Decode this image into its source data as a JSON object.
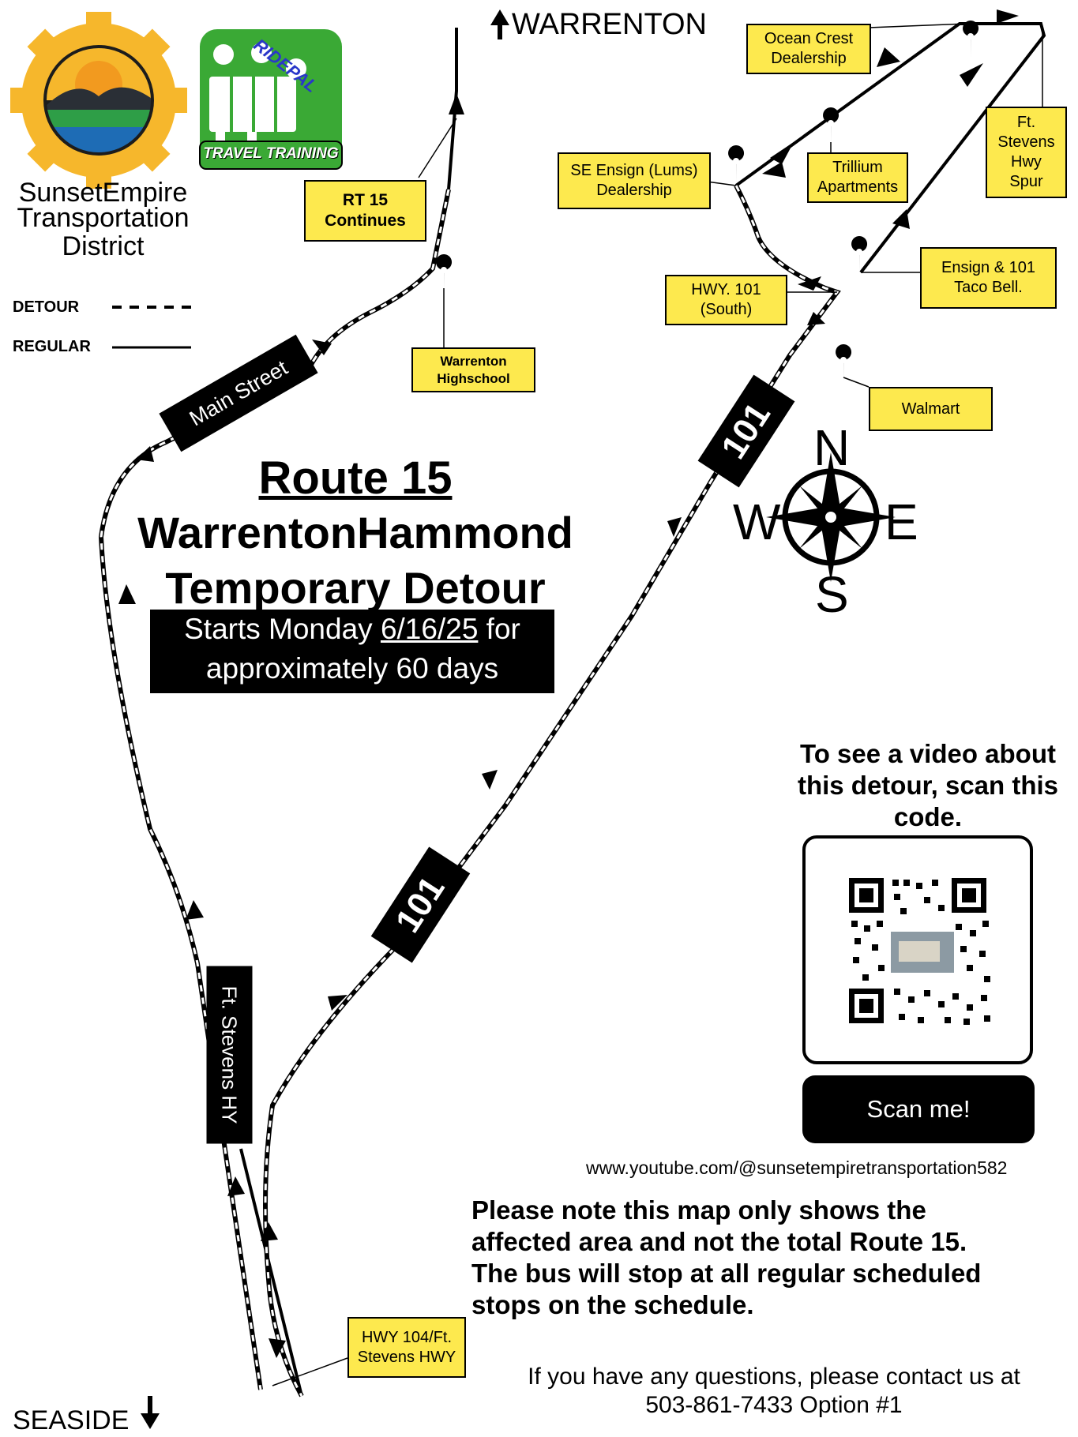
{
  "agency": {
    "name_line1": "SunsetEmpire",
    "name_line2": "Transportation",
    "name_line3": "District",
    "logo_icon": "sun-gear-landscape-icon"
  },
  "ridepal": {
    "arc_text": "RIDEPAL",
    "footer_text": "TRAVEL TRAINING",
    "icon": "people-reading-map-icon"
  },
  "legend": {
    "detour_label": "DETOUR",
    "regular_label": "REGULAR"
  },
  "directions": {
    "north_label": "WARRENTON",
    "south_label": "SEASIDE"
  },
  "compass": {
    "n": "N",
    "s": "S",
    "e": "E",
    "w": "W"
  },
  "titles": {
    "route": "Route 15",
    "name": "WarrentonHammond",
    "detour": "Temporary Detour",
    "starts_prefix": "Starts Monday ",
    "starts_date": "6/16/25",
    "starts_suffix": " for",
    "duration": "approximately 60 days"
  },
  "map_labels": {
    "rt15": [
      "RT 15",
      "Continues"
    ],
    "warrenton_hs": [
      "Warrenton",
      "Highschool"
    ],
    "ocean_crest": [
      "Ocean Crest",
      "Dealership"
    ],
    "se_ensign": [
      "SE Ensign (Lums)",
      "Dealership"
    ],
    "trillium": [
      "Trillium",
      "Apartments"
    ],
    "ft_stevens_spur": [
      "Ft.",
      "Stevens",
      "Hwy",
      "Spur"
    ],
    "ensign_101": [
      "Ensign & 101",
      "Taco Bell."
    ],
    "hwy101_south": [
      "HWY. 101",
      "(South)"
    ],
    "walmart": "Walmart",
    "hwy104": [
      "HWY 104/Ft.",
      "Stevens HWY"
    ]
  },
  "roads": {
    "main_street": "Main Street",
    "hwy101_upper": "101",
    "hwy101_lower": "101",
    "ft_stevens": "Ft. Stevens HY"
  },
  "qr": {
    "prompt": [
      "To see a video about",
      "this detour, scan this",
      "code."
    ],
    "button": "Scan me!",
    "url": "www.youtube.com/@sunsetempiretransportation582"
  },
  "note": [
    "Please note this map only shows the",
    "affected area and not the total Route 15.",
    "The bus will stop at all regular scheduled",
    "stops on the schedule."
  ],
  "contact": {
    "line1": "If you have any questions, please contact us at",
    "line2": "503-861-7433 Option #1"
  },
  "colors": {
    "label_yellow": "#fde94e",
    "logo_sun": "#f6b72c",
    "logo_green": "#2e9e47",
    "ridepal_green": "#3aa935"
  }
}
